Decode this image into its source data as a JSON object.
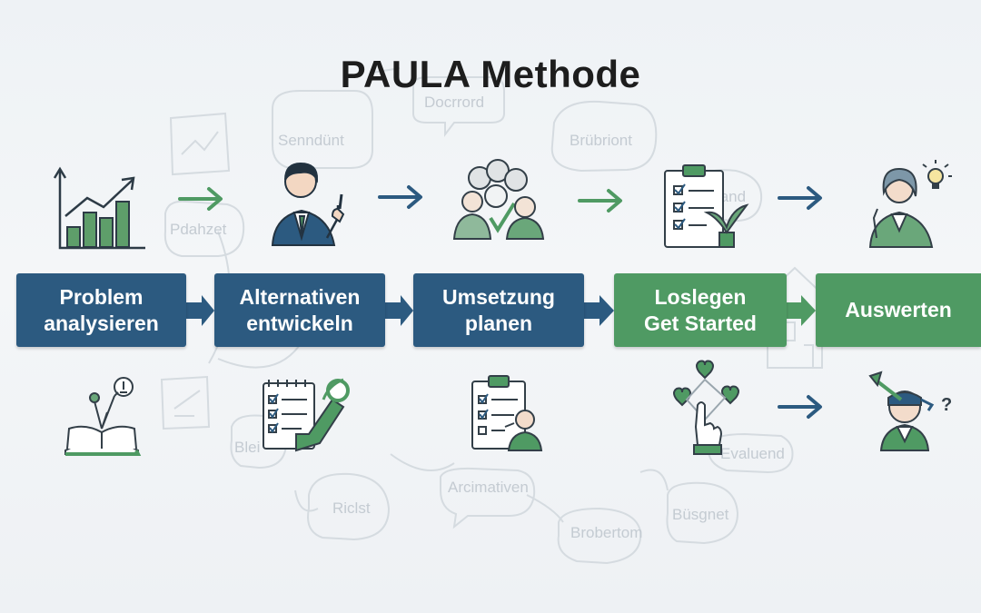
{
  "title": "PAULA Methode",
  "steps": [
    {
      "line1": "Problem",
      "line2": "analysieren"
    },
    {
      "line1": "Alternativen",
      "line2": "entwickeln"
    },
    {
      "line1": "Umsetzung",
      "line2": "planen"
    },
    {
      "line1": "Loslegen",
      "line2": "Get Started"
    },
    {
      "line1": "Auswerten",
      "line2": ""
    }
  ],
  "background_bubbles": [
    "Docrrord",
    "Senndünt",
    "Brübriont",
    "Pdahzet",
    "Iand",
    "Blei",
    "Riclst",
    "Arcimativen",
    "Brobertom",
    "Büsgnet",
    "Evaluend"
  ],
  "colors": {
    "blue": "#2c5a80",
    "green": "#4f9a63",
    "title": "#1d1d1d"
  },
  "icons": {
    "top": [
      "bar-chart-icon",
      "businessman-pointing-icon",
      "team-discussion-icon",
      "checklist-plant-icon",
      "woman-idea-icon"
    ],
    "bottom": [
      "book-ideas-icon",
      "checklist-pencil-icon",
      "clipboard-person-icon",
      "hand-hearts-icon",
      "blindfold-target-icon"
    ]
  }
}
